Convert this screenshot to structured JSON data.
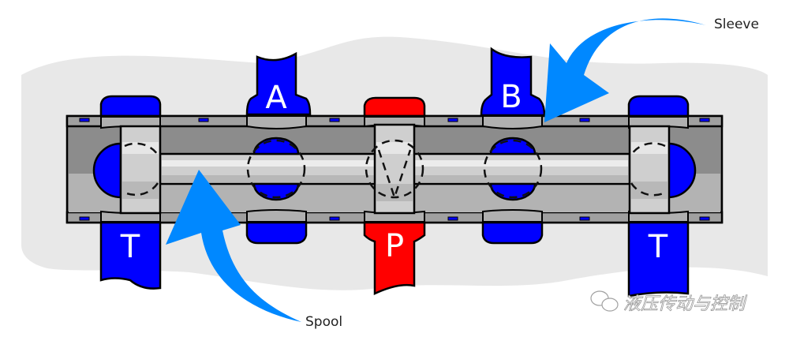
{
  "diagram": {
    "title": "Spool valve cross-section",
    "ports": {
      "top": [
        {
          "id": "A",
          "label": "A"
        },
        {
          "id": "B",
          "label": "B"
        }
      ],
      "bottom": [
        {
          "id": "T_left",
          "label": "T"
        },
        {
          "id": "P",
          "label": "P"
        },
        {
          "id": "T_right",
          "label": "T"
        }
      ]
    },
    "callouts": {
      "sleeve": "Sleeve",
      "spool": "Spool"
    },
    "watermark": {
      "icon": "wechat-icon",
      "text": "液压传动与控制"
    },
    "colors": {
      "tank_return": "#0000ff",
      "pressure": "#ff0000",
      "arrow": "#0088ff",
      "body": "#8c8c8c",
      "background_blob": "#e8e8e8"
    }
  }
}
